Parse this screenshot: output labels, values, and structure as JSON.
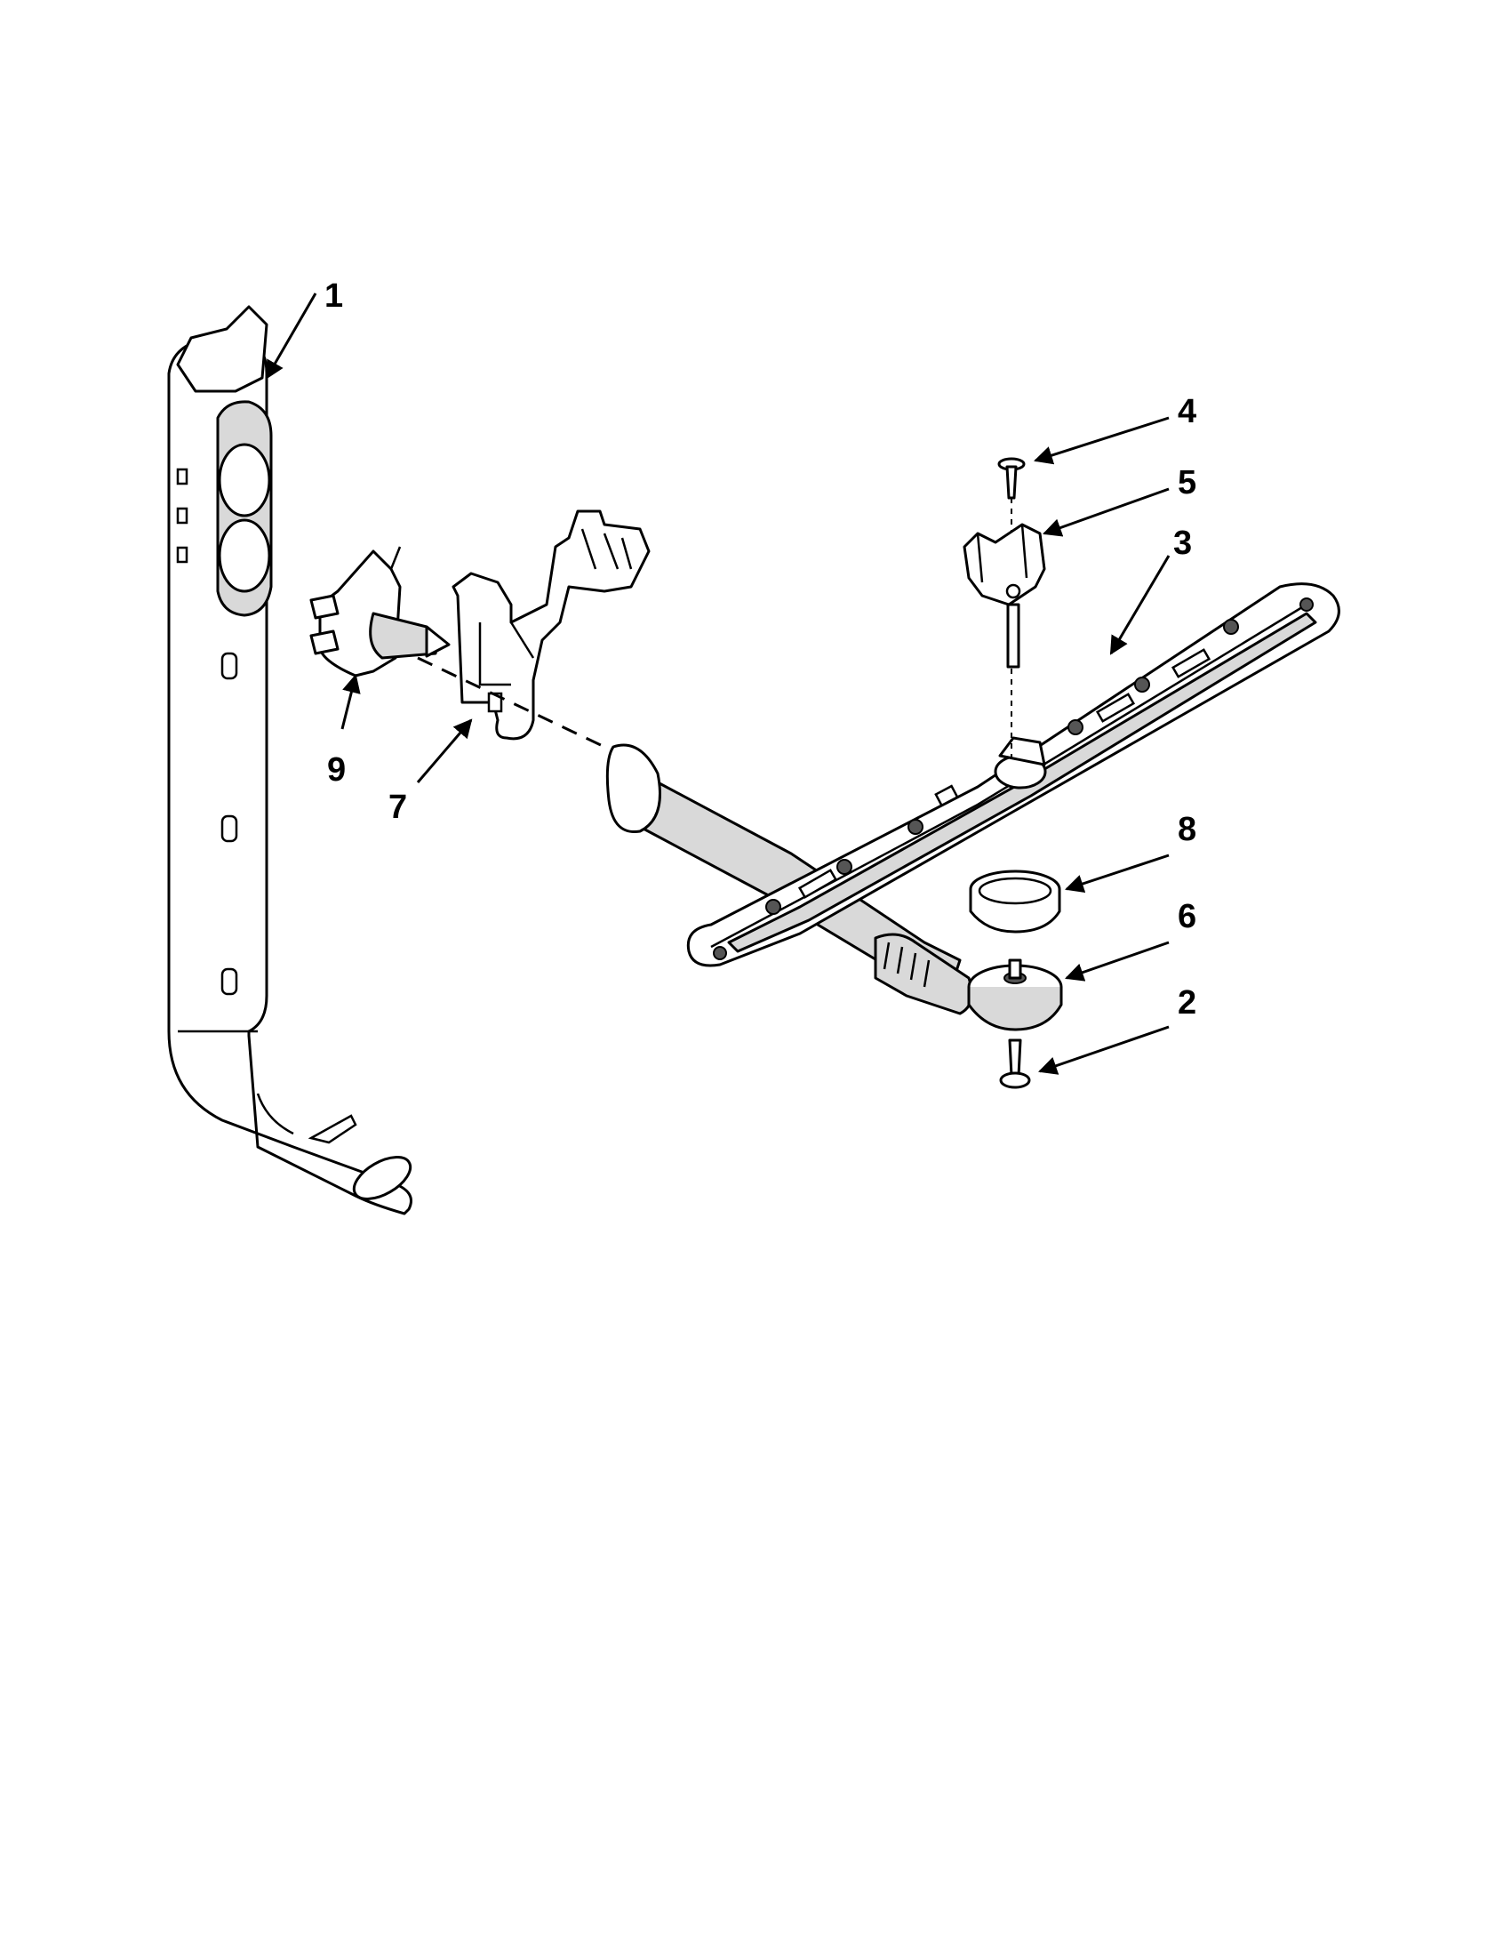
{
  "callouts": [
    {
      "id": "1",
      "label": "1"
    },
    {
      "id": "2",
      "label": "2"
    },
    {
      "id": "3",
      "label": "3"
    },
    {
      "id": "4",
      "label": "4"
    },
    {
      "id": "5",
      "label": "5"
    },
    {
      "id": "6",
      "label": "6"
    },
    {
      "id": "7",
      "label": "7"
    },
    {
      "id": "8",
      "label": "8"
    },
    {
      "id": "9",
      "label": "9"
    }
  ],
  "colors": {
    "line": "#000000",
    "background": "#ffffff",
    "shade": "#d9d9d9"
  }
}
